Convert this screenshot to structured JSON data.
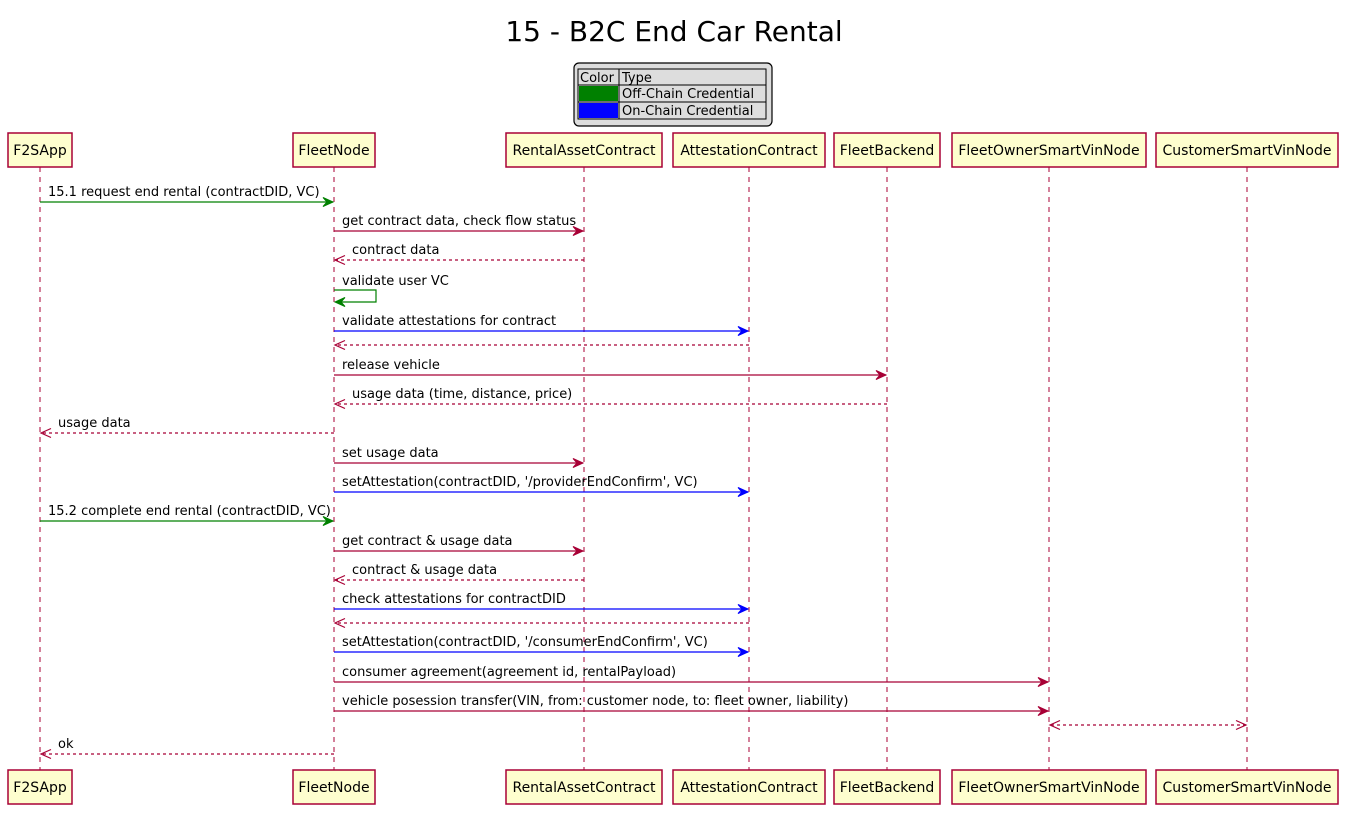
{
  "title": "15 - B2C End Car Rental",
  "colors": {
    "off_chain": "#008000",
    "on_chain": "#0000ff",
    "default_arrow": "#a80036",
    "participant_border": "#a80036",
    "participant_fill": "#fefece"
  },
  "legend": {
    "headers": [
      "Color",
      "Type"
    ],
    "rows": [
      {
        "type": "Off-Chain Credential",
        "color_key": "off_chain"
      },
      {
        "type": "On-Chain Credential",
        "color_key": "on_chain"
      }
    ]
  },
  "participants": [
    {
      "id": "f2sapp",
      "label": "F2SApp"
    },
    {
      "id": "fleetnode",
      "label": "FleetNode"
    },
    {
      "id": "rental",
      "label": "RentalAssetContract"
    },
    {
      "id": "attest",
      "label": "AttestationContract"
    },
    {
      "id": "backend",
      "label": "FleetBackend"
    },
    {
      "id": "owner",
      "label": "FleetOwnerSmartVinNode"
    },
    {
      "id": "customer",
      "label": "CustomerSmartVinNode"
    }
  ],
  "messages": [
    {
      "from": "f2sapp",
      "to": "fleetnode",
      "label": "15.1 request end rental (contractDID, VC)",
      "kind": "off_chain",
      "dashed": false
    },
    {
      "from": "fleetnode",
      "to": "rental",
      "label": "get contract data, check flow status",
      "kind": "default",
      "dashed": false
    },
    {
      "from": "rental",
      "to": "fleetnode",
      "label": "contract data",
      "kind": "default",
      "dashed": true
    },
    {
      "from": "fleetnode",
      "to": "fleetnode",
      "label": "validate user VC",
      "kind": "off_chain",
      "dashed": false,
      "self": true
    },
    {
      "from": "fleetnode",
      "to": "attest",
      "label": "validate attestations for contract",
      "kind": "on_chain",
      "dashed": false
    },
    {
      "from": "attest",
      "to": "fleetnode",
      "label": "",
      "kind": "default",
      "dashed": true
    },
    {
      "from": "fleetnode",
      "to": "backend",
      "label": "release vehicle",
      "kind": "default",
      "dashed": false
    },
    {
      "from": "backend",
      "to": "fleetnode",
      "label": "usage data (time, distance, price)",
      "kind": "default",
      "dashed": true
    },
    {
      "from": "fleetnode",
      "to": "f2sapp",
      "label": "usage data",
      "kind": "default",
      "dashed": true
    },
    {
      "from": "fleetnode",
      "to": "rental",
      "label": "set usage data",
      "kind": "default",
      "dashed": false
    },
    {
      "from": "fleetnode",
      "to": "attest",
      "label": "setAttestation(contractDID, '/providerEndConfirm', VC)",
      "kind": "on_chain",
      "dashed": false
    },
    {
      "from": "f2sapp",
      "to": "fleetnode",
      "label": "15.2 complete end rental (contractDID, VC)",
      "kind": "off_chain",
      "dashed": false
    },
    {
      "from": "fleetnode",
      "to": "rental",
      "label": "get contract & usage data",
      "kind": "default",
      "dashed": false
    },
    {
      "from": "rental",
      "to": "fleetnode",
      "label": "contract & usage data",
      "kind": "default",
      "dashed": true
    },
    {
      "from": "fleetnode",
      "to": "attest",
      "label": "check attestations for contractDID",
      "kind": "on_chain",
      "dashed": false
    },
    {
      "from": "attest",
      "to": "fleetnode",
      "label": "",
      "kind": "default",
      "dashed": true
    },
    {
      "from": "fleetnode",
      "to": "attest",
      "label": "setAttestation(contractDID, '/consumerEndConfirm', VC)",
      "kind": "on_chain",
      "dashed": false
    },
    {
      "from": "fleetnode",
      "to": "owner",
      "label": "consumer agreement(agreement id, rentalPayload)",
      "kind": "default",
      "dashed": false
    },
    {
      "from": "fleetnode",
      "to": "owner",
      "label": "vehicle posession transfer(VIN, from: customer node, to: fleet owner, liability)",
      "kind": "default",
      "dashed": false
    },
    {
      "from": "owner",
      "to": "customer",
      "label": "",
      "kind": "default",
      "dashed": true,
      "bidirectional": true
    },
    {
      "from": "fleetnode",
      "to": "f2sapp",
      "label": "ok",
      "kind": "default",
      "dashed": true
    }
  ]
}
